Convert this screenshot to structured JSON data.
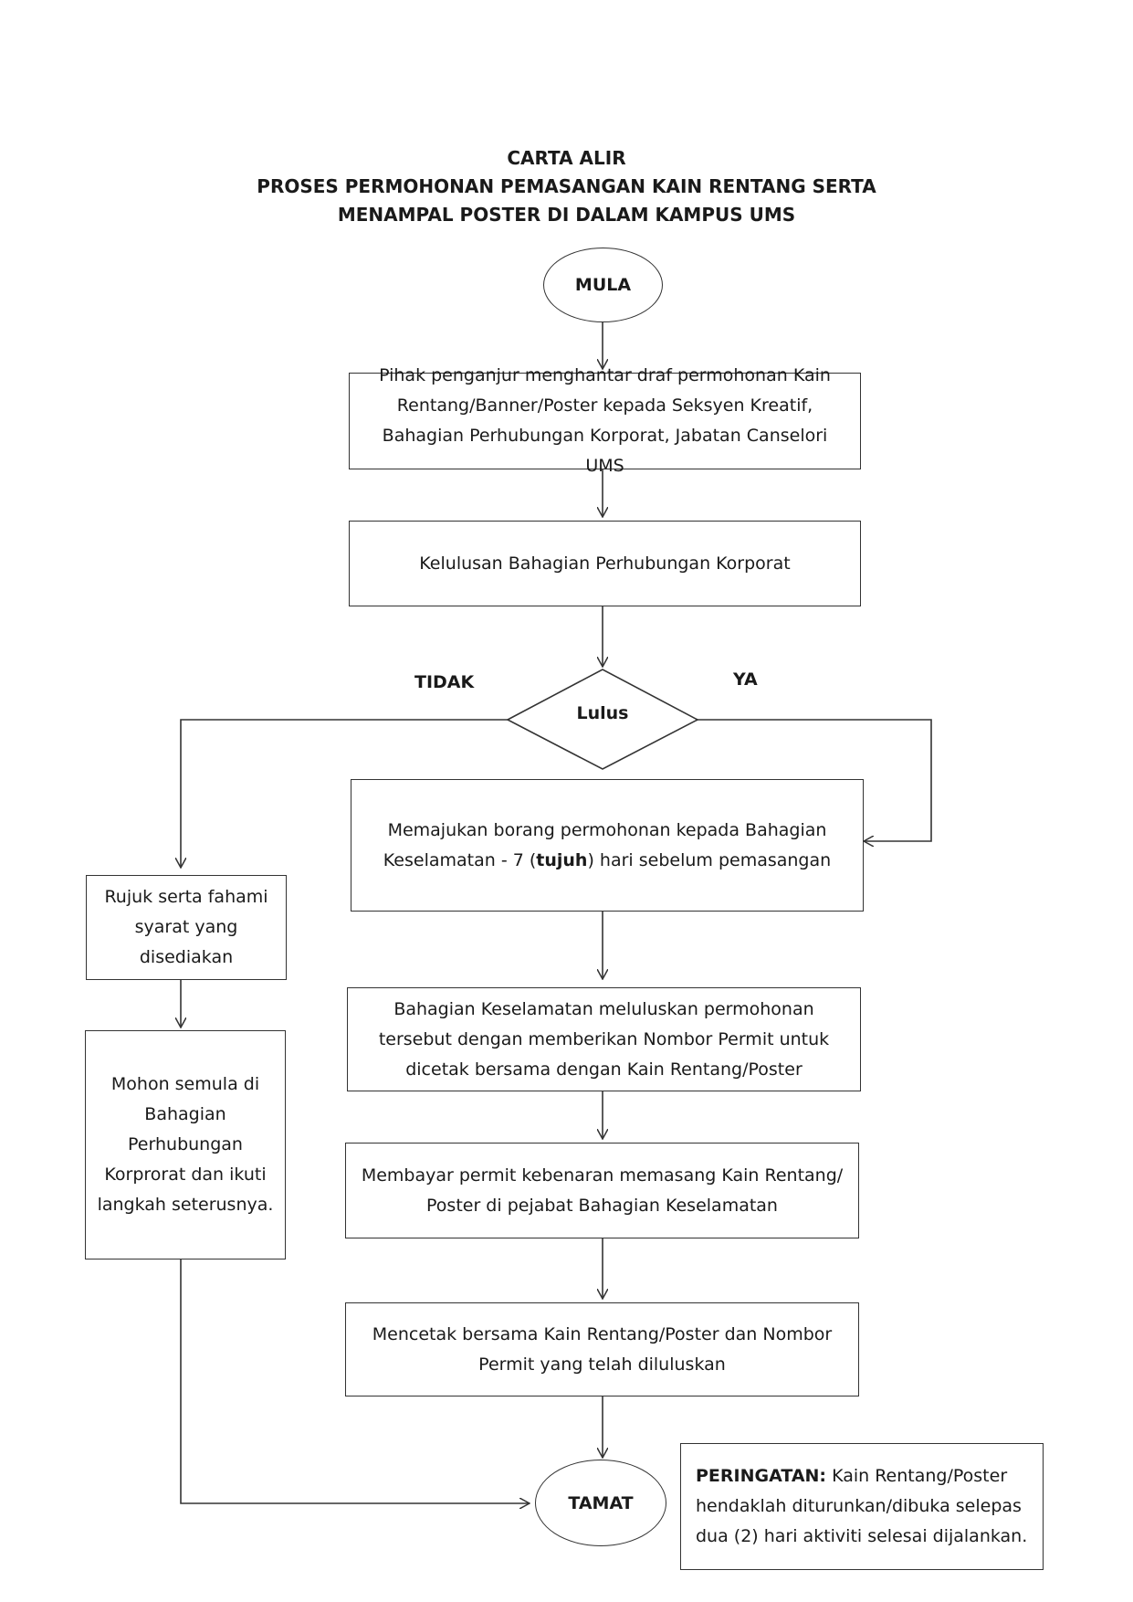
{
  "title": {
    "line1": "CARTA ALIR",
    "line2": "PROSES PERMOHONAN PEMASANGAN KAIN RENTANG SERTA",
    "line3": "MENAMPAL POSTER DI DALAM KAMPUS UMS"
  },
  "nodes": {
    "start": "MULA",
    "step1": "Pihak penganjur menghantar draf permohonan Kain Rentang/Banner/Poster kepada Seksyen Kreatif, Bahagian Perhubungan Korporat, Jabatan Canselori UMS",
    "step2": "Kelulusan Bahagian Perhubungan Korporat",
    "decision": "Lulus",
    "decision_no": "TIDAK",
    "decision_yes": "YA",
    "yes1_pre": "Memajukan borang permohonan kepada Bahagian Keselamatan - 7 (",
    "yes1_bold": "tujuh",
    "yes1_post": ") hari sebelum pemasangan",
    "yes2": "Bahagian Keselamatan meluluskan permohonan tersebut dengan memberikan Nombor Permit untuk dicetak bersama dengan Kain Rentang/Poster",
    "yes3": "Membayar permit kebenaran memasang Kain Rentang/ Poster di pejabat Bahagian Keselamatan",
    "yes4": "Mencetak bersama Kain Rentang/Poster dan Nombor Permit yang telah diluluskan",
    "no1": "Rujuk serta fahami syarat yang disediakan",
    "no2": "Mohon semula di Bahagian Perhubungan Korprorat dan ikuti langkah seterusnya.",
    "end": "TAMAT"
  },
  "warning": {
    "label": "PERINGATAN:",
    "text": " Kain Rentang/Poster hendaklah diturunkan/dibuka selepas dua (2) hari aktiviti selesai dijalankan."
  },
  "colors": {
    "line": "#333333",
    "text": "#1a1a1a",
    "background": "#ffffff"
  }
}
